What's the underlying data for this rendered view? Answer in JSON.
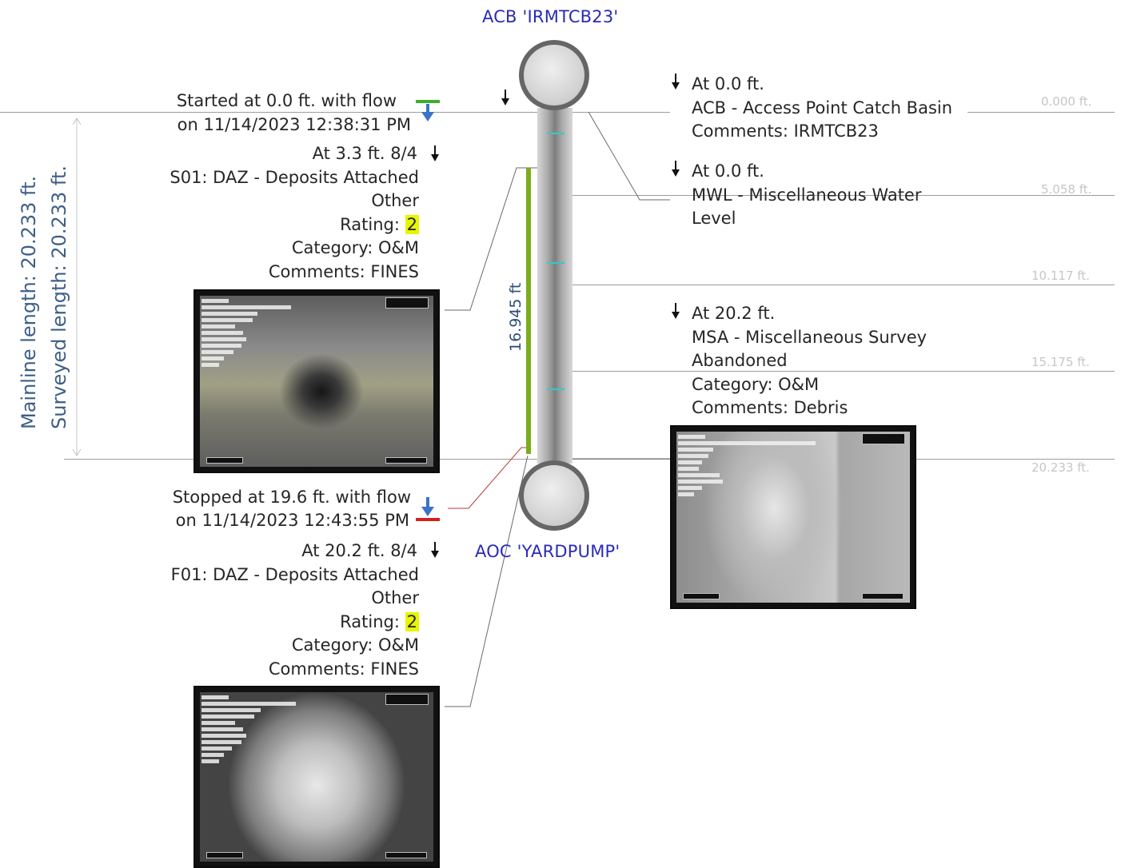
{
  "upstream_node": {
    "label": "ACB 'IRMTCB23'"
  },
  "downstream_node": {
    "label": "AOC 'YARDPUMP'"
  },
  "lengths": {
    "mainline": "Mainline  length:   20.233 ft.",
    "surveyed": "Surveyed length:   20.233 ft."
  },
  "inspected_length": "16.945 ft",
  "scale_ticks": [
    "0.000 ft.",
    "5.058 ft.",
    "10.117 ft.",
    "15.175 ft.",
    "20.233 ft."
  ],
  "survey_start": {
    "line1": "Started at 0.0 ft. with flow",
    "line2": "on 11/14/2023 12:38:31 PM"
  },
  "survey_stop": {
    "line1": "Stopped at 19.6 ft. with flow",
    "line2": "on 11/14/2023 12:43:55 PM"
  },
  "left_observations": [
    {
      "position": "At 3.3 ft. 8/4",
      "code": "S01: DAZ - Deposits Attached",
      "code_cont": "Other",
      "rating_label": "Rating: ",
      "rating_value": "2",
      "category": "Category: O&M",
      "comments": "Comments: FINES",
      "snapshot": "snapshot-s01"
    },
    {
      "position": "At 20.2 ft. 8/4",
      "code": "F01: DAZ - Deposits Attached",
      "code_cont": "Other",
      "rating_label": "Rating: ",
      "rating_value": "2",
      "category": "Category: O&M",
      "comments": "Comments: FINES",
      "snapshot": "snapshot-f01"
    }
  ],
  "right_observations": [
    {
      "position": "At 0.0 ft.",
      "line1": "ACB - Access Point Catch Basin",
      "line2": "Comments: IRMTCB23"
    },
    {
      "position": "At 0.0 ft.",
      "line1": "MWL - Miscellaneous Water",
      "line2": "Level"
    },
    {
      "position": "At 20.2 ft.",
      "line1": "MSA - Miscellaneous Survey",
      "line2": "Abandoned",
      "line3": "Category: O&M",
      "line4": "Comments: Debris"
    }
  ],
  "colors": {
    "node_label": "#2a2ab8",
    "rating_highlight": "#e7f500",
    "inspected_bar": "#7cac1c",
    "length_labels": "#3d5f86",
    "flow_arrow": "#3b73c8",
    "start_marker": "#3fae2a",
    "stop_marker": "#d62020"
  },
  "icons": [
    "down-arrow-icon",
    "flow-arrow-icon",
    "manhole-icon"
  ]
}
